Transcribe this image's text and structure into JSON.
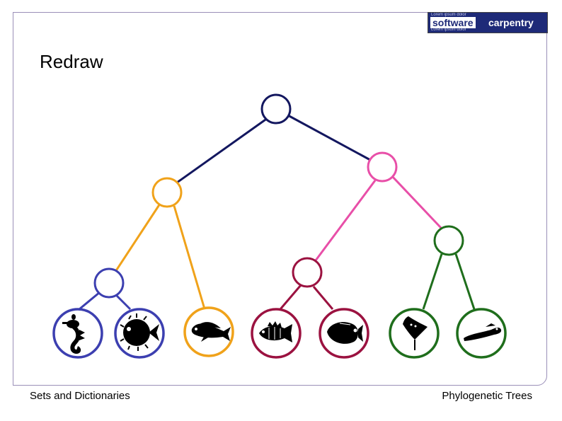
{
  "slide": {
    "title": "Redraw",
    "footer_left": "Sets and Dictionaries",
    "footer_right": "Phylogenetic Trees"
  },
  "logo": {
    "tagline_top": "Lorem ipsum dolor",
    "word1": "software",
    "word2": "carpentry",
    "tagline_bottom": "Lorem ipsum dolor"
  },
  "tree": {
    "colors": {
      "root": "#13175f",
      "orange": "#f0a21a",
      "pink": "#e84fa8",
      "blue": "#3c3fb0",
      "maroon": "#9b1240",
      "green": "#1f6e1c",
      "leaf_fill": "#ffffff"
    },
    "leaves": [
      {
        "animal": "seahorse-icon"
      },
      {
        "animal": "pufferfish-icon"
      },
      {
        "animal": "dorado-fish-icon"
      },
      {
        "animal": "perch-fish-icon"
      },
      {
        "animal": "angelfish-icon"
      },
      {
        "animal": "stingray-icon"
      },
      {
        "animal": "eel-icon"
      }
    ]
  }
}
